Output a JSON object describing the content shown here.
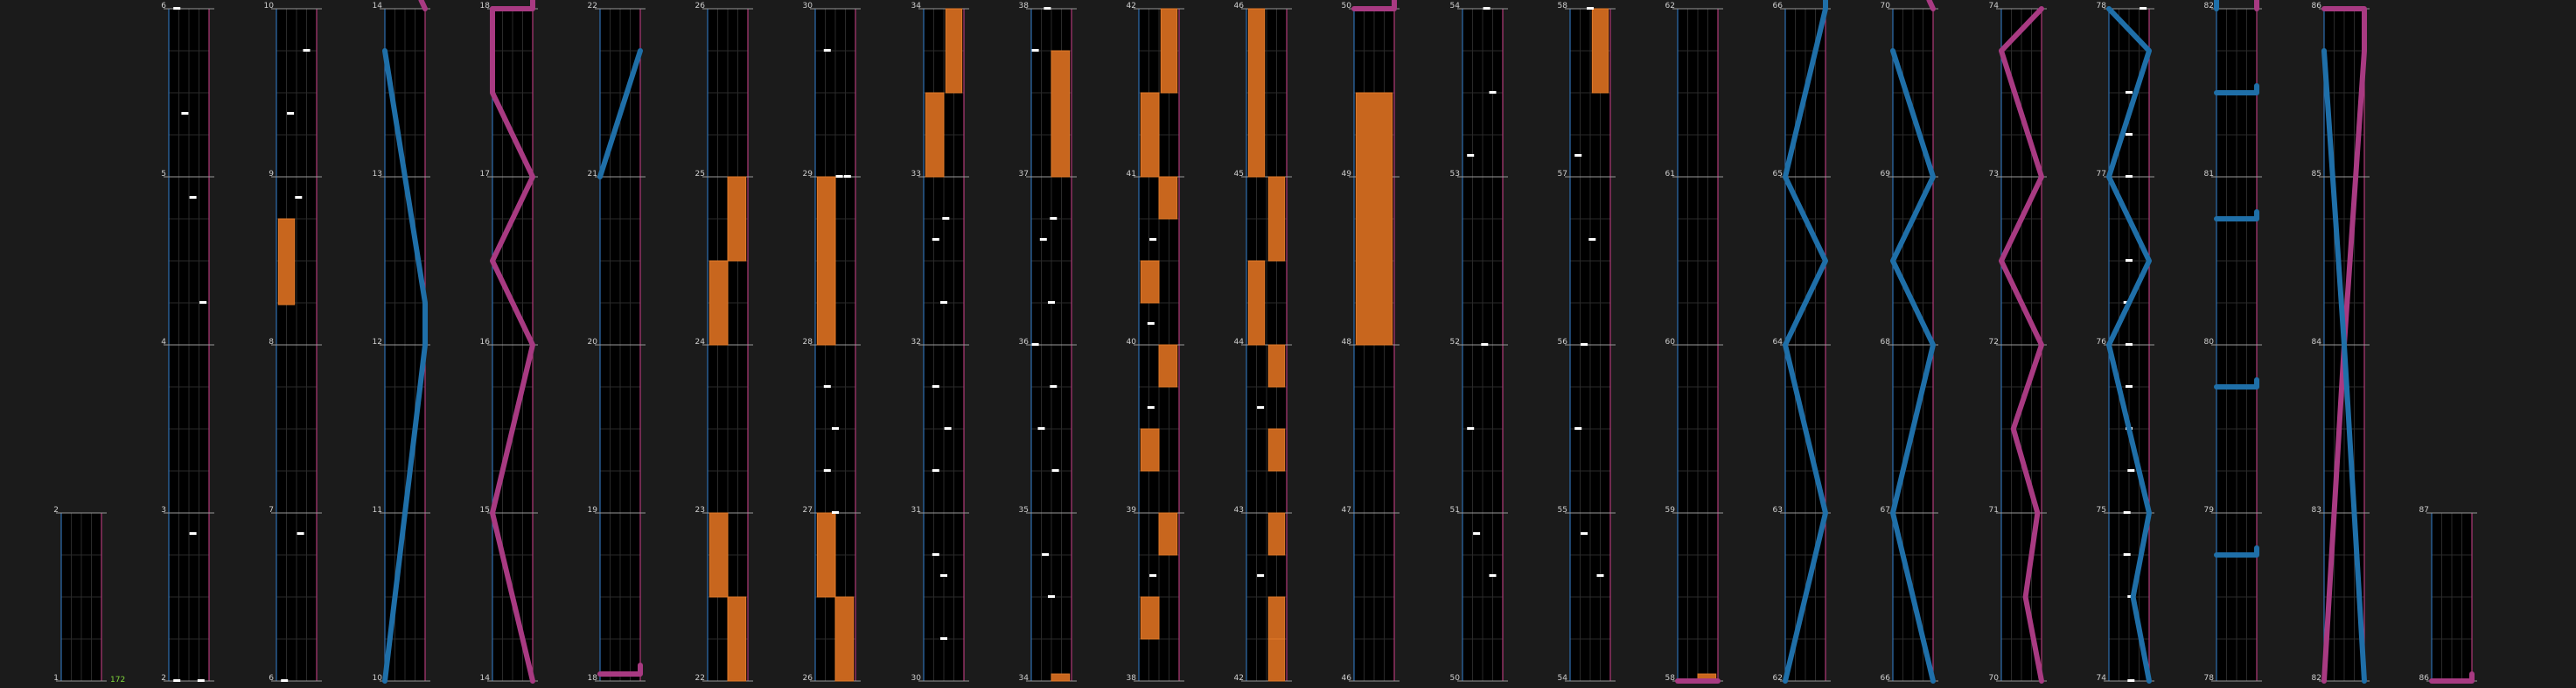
{
  "colors": {
    "background": "#1b1b1b",
    "lane": "#000000",
    "lane_grid": "#2a2a2a",
    "lane_border_left": "#2f6fb0",
    "lane_border_right": "#b03a78",
    "hold_note": "#c8661e",
    "tap_note": "#ffffff",
    "slide_blue": "#1f6fa8",
    "slide_pink": "#a83a82",
    "measure_line": "#9a9a9a",
    "combo_text": "#7fd63a"
  },
  "combo_count": "172",
  "columns": [
    {
      "labels": [
        "1",
        "2"
      ],
      "short": true
    },
    {
      "labels": [
        "2",
        "3",
        "4",
        "5",
        "6"
      ]
    },
    {
      "labels": [
        "6",
        "7",
        "8",
        "9",
        "10"
      ]
    },
    {
      "labels": [
        "10",
        "11",
        "12",
        "13",
        "14"
      ]
    },
    {
      "labels": [
        "14",
        "15",
        "16",
        "17",
        "18"
      ]
    },
    {
      "labels": [
        "18",
        "19",
        "20",
        "21",
        "22"
      ]
    },
    {
      "labels": [
        "22",
        "23",
        "24",
        "25",
        "26"
      ]
    },
    {
      "labels": [
        "26",
        "27",
        "28",
        "29",
        "30"
      ]
    },
    {
      "labels": [
        "30",
        "31",
        "32",
        "33",
        "34"
      ]
    },
    {
      "labels": [
        "34",
        "35",
        "36",
        "37",
        "38"
      ]
    },
    {
      "labels": [
        "38",
        "39",
        "40",
        "41",
        "42"
      ]
    },
    {
      "labels": [
        "42",
        "43",
        "44",
        "45",
        "46"
      ]
    },
    {
      "labels": [
        "46",
        "47",
        "48",
        "49",
        "50"
      ]
    },
    {
      "labels": [
        "50",
        "51",
        "52",
        "53",
        "54"
      ]
    },
    {
      "labels": [
        "54",
        "55",
        "56",
        "57",
        "58"
      ]
    },
    {
      "labels": [
        "58",
        "59",
        "60",
        "61",
        "62"
      ]
    },
    {
      "labels": [
        "62",
        "63",
        "64",
        "65",
        "66"
      ]
    },
    {
      "labels": [
        "66",
        "67",
        "68",
        "69",
        "70"
      ]
    },
    {
      "labels": [
        "70",
        "71",
        "72",
        "73",
        "74"
      ]
    },
    {
      "labels": [
        "74",
        "75",
        "76",
        "77",
        "78"
      ]
    },
    {
      "labels": [
        "78",
        "79",
        "80",
        "81",
        "82"
      ]
    },
    {
      "labels": [
        "82",
        "83",
        "84",
        "85",
        "86"
      ]
    },
    {
      "labels": [
        "86",
        "87"
      ],
      "short": true
    }
  ]
}
